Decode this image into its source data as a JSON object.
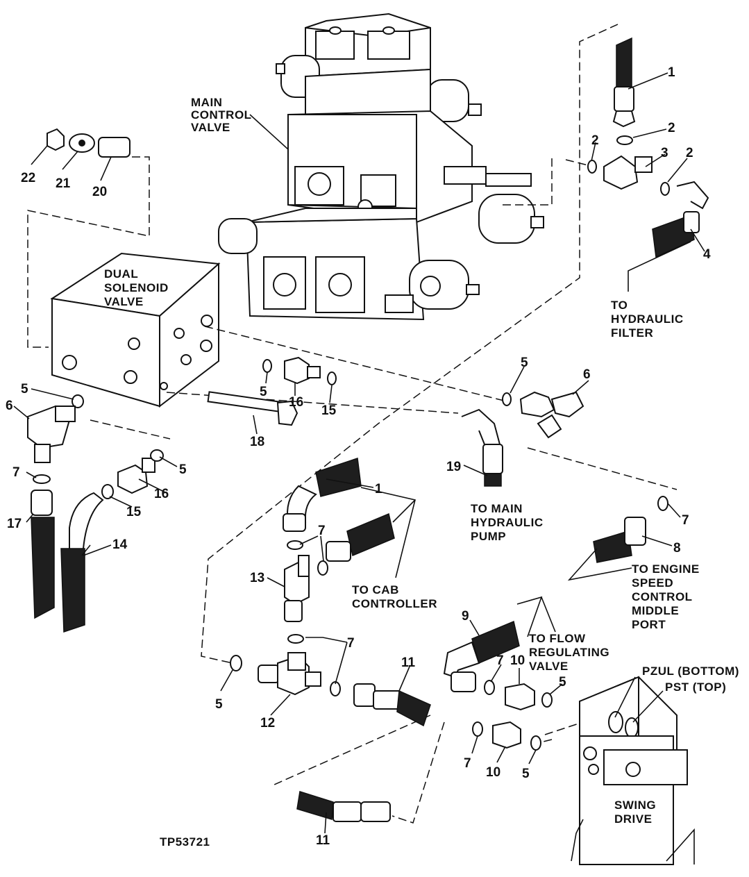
{
  "diagram_id": "TP53721",
  "callouts": {
    "main_control_valve": [
      "MAIN",
      "CONTROL",
      "VALVE"
    ],
    "dual_solenoid_valve": [
      "DUAL",
      "SOLENOID",
      "VALVE"
    ],
    "to_hydraulic_filter": [
      "TO",
      "HYDRAULIC",
      "FILTER"
    ],
    "to_main_hydraulic_pump": [
      "TO MAIN",
      "HYDRAULIC",
      "PUMP"
    ],
    "to_engine_speed_control": [
      "TO ENGINE",
      "SPEED",
      "CONTROL",
      "MIDDLE",
      "PORT"
    ],
    "to_cab_controller": [
      "TO CAB",
      "CONTROLLER"
    ],
    "to_flow_regulating_valve": [
      "TO FLOW",
      "REGULATING",
      "VALVE"
    ],
    "pzul": "PZUL (BOTTOM)",
    "pst": "PST (TOP)",
    "swing_drive": [
      "SWING",
      "DRIVE"
    ]
  },
  "part_numbers": [
    "1",
    "2",
    "2",
    "3",
    "2",
    "4",
    "1",
    "22",
    "21",
    "20",
    "5",
    "6",
    "7",
    "17",
    "5",
    "16",
    "15",
    "14",
    "5",
    "16",
    "15",
    "18",
    "5",
    "6",
    "19",
    "7",
    "8",
    "7",
    "7",
    "13",
    "9",
    "7",
    "10",
    "5",
    "5",
    "12",
    "11",
    "7",
    "10",
    "5",
    "11"
  ]
}
